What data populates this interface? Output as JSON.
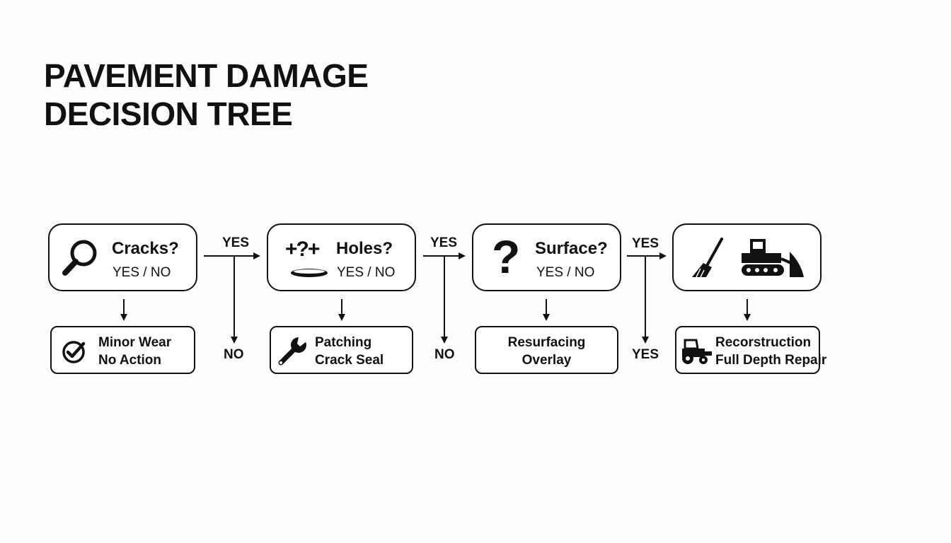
{
  "title": {
    "line1": "PAVEMENT DAMAGE",
    "line2": "DECISION TREE"
  },
  "questions": [
    {
      "label": "Cracks?",
      "options": "YES / NO",
      "icon": "magnifier-icon"
    },
    {
      "label": "Holes?",
      "options": "YES / NO",
      "icon": "pothole-icon",
      "icon_text": "+?+"
    },
    {
      "label": "Surface?",
      "options": "YES / NO",
      "icon": "question-mark-icon",
      "icon_text": "?"
    },
    {
      "label": "",
      "options": "",
      "icon": "broom-and-bulldozer-icon"
    }
  ],
  "results": [
    {
      "line1": "Minor Wear",
      "line2": "No Action",
      "icon": "checkmark-icon"
    },
    {
      "line1": "Patching",
      "line2": "Crack Seal",
      "icon": "wrench-icon"
    },
    {
      "line1": "Resurfacing",
      "line2": "Overlay",
      "icon": ""
    },
    {
      "line1": "Recorstruction",
      "line2": "Full Depth Repair",
      "icon": "roller-vehicle-icon"
    }
  ],
  "edges": {
    "yes_labels": [
      "YES",
      "YES",
      "YES"
    ],
    "branch_labels": [
      "NO",
      "NO",
      "YES"
    ]
  },
  "colors": {
    "ink": "#111111",
    "background": "#fdfdfd"
  }
}
